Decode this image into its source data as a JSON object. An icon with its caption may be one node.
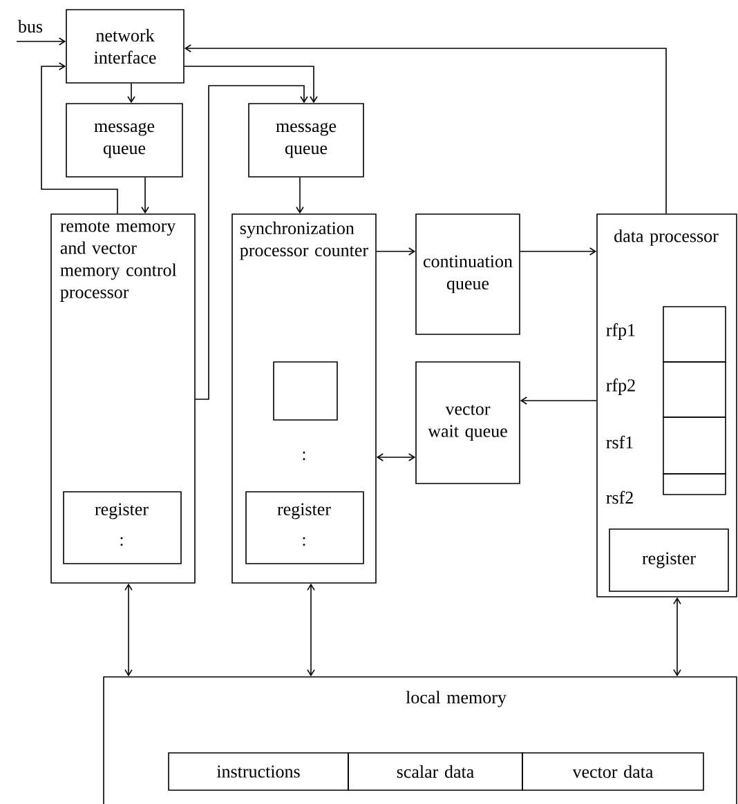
{
  "diagram": {
    "nodes": [
      {
        "text": [
          "network interface"
        ]
      },
      {
        "text": [
          "message queue"
        ]
      },
      {
        "text": [
          "message queue"
        ]
      },
      {
        "text": [
          "remote memory and vector memory control processor"
        ]
      },
      {
        "text": [
          "register",
          ":"
        ],
        "in": 3
      },
      {
        "text": [
          "synchronization processor counter",
          ":"
        ]
      },
      {
        "text": [],
        "shape": "box",
        "in": 5
      },
      {
        "text": [
          "register",
          ":"
        ],
        "in": 5
      },
      {
        "text": [
          "continuation queue"
        ]
      },
      {
        "text": [
          "vector wait queue"
        ]
      },
      {
        "text": [
          "data processor"
        ]
      },
      {
        "text": [],
        "shape": "box",
        "in": 10,
        "beside": [
          "rfp1"
        ]
      },
      {
        "text": [],
        "shape": "box",
        "in": 10,
        "beside": [
          "rfp2"
        ]
      },
      {
        "text": [],
        "shape": "box",
        "in": 10,
        "beside": [
          "rsf1"
        ]
      },
      {
        "text": [],
        "shape": "box",
        "in": 10,
        "beside": [
          "rsf2"
        ]
      },
      {
        "text": [
          "register"
        ],
        "in": 10
      },
      {
        "text": [
          "local memory"
        ]
      },
      {
        "text": [
          "instructions"
        ],
        "in": 16
      },
      {
        "text": [
          "scalar data"
        ],
        "in": 16
      },
      {
        "text": [
          "vector data"
        ],
        "in": 16
      }
    ],
    "edges": [
      {
        "from": null,
        "to": 0,
        "arrow": "to",
        "label": "bus"
      },
      {
        "from": 0,
        "to": 1,
        "arrow": "to"
      },
      {
        "from": 0,
        "to": 2,
        "arrow": "to"
      },
      {
        "from": 1,
        "to": 3,
        "arrow": "to"
      },
      {
        "from": 2,
        "to": 5,
        "arrow": "to"
      },
      {
        "from": 3,
        "to": 0,
        "arrow": "to"
      },
      {
        "from": 3,
        "to": 2,
        "arrow": "to"
      },
      {
        "from": 10,
        "to": 0,
        "arrow": "to"
      },
      {
        "from": 5,
        "to": 8,
        "arrow": "to"
      },
      {
        "from": 8,
        "to": 10,
        "arrow": "to"
      },
      {
        "from": 5,
        "to": 9,
        "arrow": "both"
      },
      {
        "from": 10,
        "to": 9,
        "arrow": "to"
      },
      {
        "from": 3,
        "to": 16,
        "arrow": "both"
      },
      {
        "from": 5,
        "to": 16,
        "arrow": "both"
      },
      {
        "from": 10,
        "to": 16,
        "arrow": "both"
      }
    ]
  }
}
